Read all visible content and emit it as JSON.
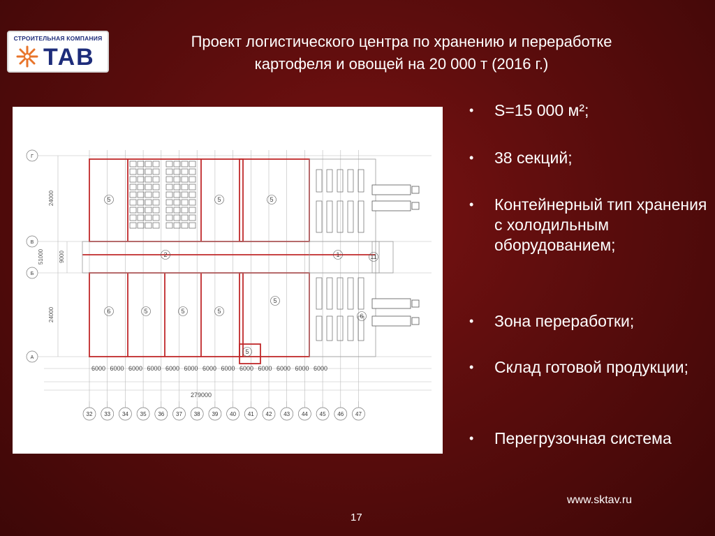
{
  "logo": {
    "top_text": "СТРОИТЕЛЬНАЯ КОМПАНИЯ",
    "name": "ТАВ"
  },
  "title": {
    "line1": "Проект логистического центра по хранению и переработке",
    "line2": "картофеля и овощей на 20 000 т (2016 г.)"
  },
  "bullets": [
    {
      "text": "S=15 000 м²;"
    },
    {
      "text": "38 секций;"
    },
    {
      "text": "Контейнерный тип хранения с холодильным оборудованием;"
    },
    {
      "text": "Зона переработки;"
    },
    {
      "text": "Склад готовой продукции;"
    },
    {
      "text": "Перегрузочная система"
    }
  ],
  "plan": {
    "row_labels": [
      "Г",
      "В",
      "Б",
      "А"
    ],
    "dim_left": [
      "24000",
      "9000",
      "51000",
      "24000"
    ],
    "bottom_dims": [
      "6000",
      "6000",
      "6000",
      "6000",
      "6000",
      "6000",
      "6000",
      "6000",
      "6000",
      "6000",
      "6000",
      "6000",
      "6000"
    ],
    "total_dim": "279000",
    "column_labels": [
      "32",
      "33",
      "34",
      "35",
      "36",
      "37",
      "38",
      "39",
      "40",
      "41",
      "42",
      "43",
      "44",
      "45",
      "46",
      "47"
    ],
    "room_labels": [
      "5",
      "5",
      "5",
      "2",
      "1",
      "6",
      "5",
      "5",
      "5",
      "5",
      "5",
      "6",
      "11"
    ]
  },
  "footer": {
    "url": "www.sktav.ru",
    "page": "17"
  },
  "colors": {
    "background": "#5c0d0d",
    "logo_blue": "#1d2c7a",
    "logo_orange": "#e8742a",
    "plan_red": "#c0282a"
  }
}
